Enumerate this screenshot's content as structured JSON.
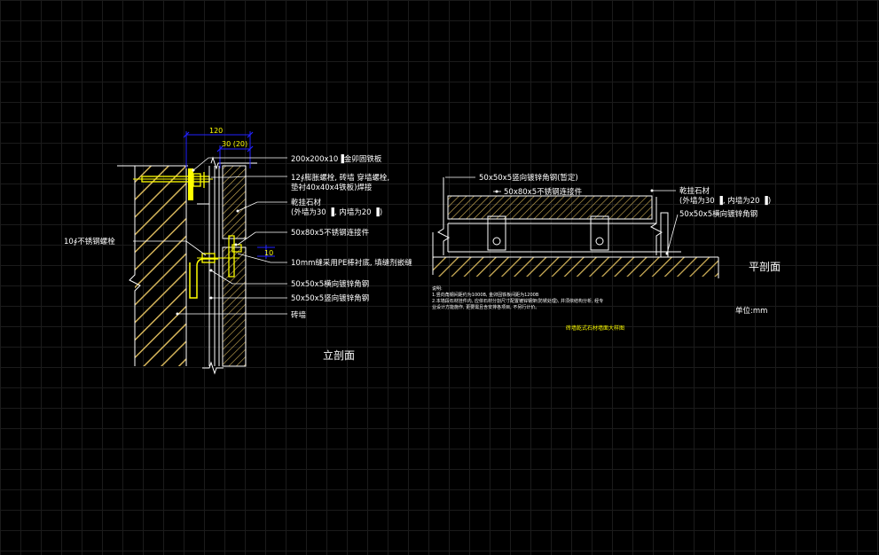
{
  "colors": {
    "background": "#000000",
    "grid": "#1b1b1b",
    "line": "#ffffff",
    "hatch": "#d4b45a",
    "steel": "#ffff00",
    "dimension": "#2222ff"
  },
  "section": {
    "title": "立剖面",
    "dim_total": "120",
    "dim_stone": "30 (20)",
    "dim_gap": "10",
    "labels": {
      "embed_plate": "200x200x10▐金卯固铁板",
      "bolt_line1": "12∮膨胀螺栓, 砖墙 穿墙螺栓,",
      "bolt_line2": "垫衬40x40x4铁板)焊接",
      "stone_line1": "乾挂石材",
      "stone_line2": "(外墙为30 ▐, 内墙为20 ▐)",
      "connector": "50x80x5不锈钢连接件",
      "joint": "10mm缝采用PE棒衬底, 填缝剂嵌缝",
      "horizontal_angle": "50x50x5横向镀锌角钢",
      "vertical_angle": "50x50x5竖向镀锌角钢",
      "brick_wall": "砖墙",
      "ss_bolt": "10∮不锈钢螺栓"
    }
  },
  "plan": {
    "title": "平剖面",
    "labels": {
      "vertical_angle": "50x50x5竖向镀锌角钢(暂定)",
      "connector": "50x80x5不锈钢连接件",
      "stone_line1": "乾挂石材",
      "stone_line2": "(外墙为30 ▐, 内墙为20 ▐)",
      "horizontal_angle": "50x50x5横向镀锌角钢"
    }
  },
  "notes": {
    "heading": "说明:",
    "line1": "1.竖向角钢间距约为1000B, 金卯固铁板间距为1200B",
    "line2": "2.本墙段石材挂件内, 应依石材分割尺寸配置镀锌钢架(防锈处理), 并须依结构分析, 经专",
    "line3": "  业设计方能施作, 更要需且含安排各项目, 不另行计价。"
  },
  "unit": "单位:mm",
  "drawing_title": "砖墙乾式石材墙面大样图"
}
